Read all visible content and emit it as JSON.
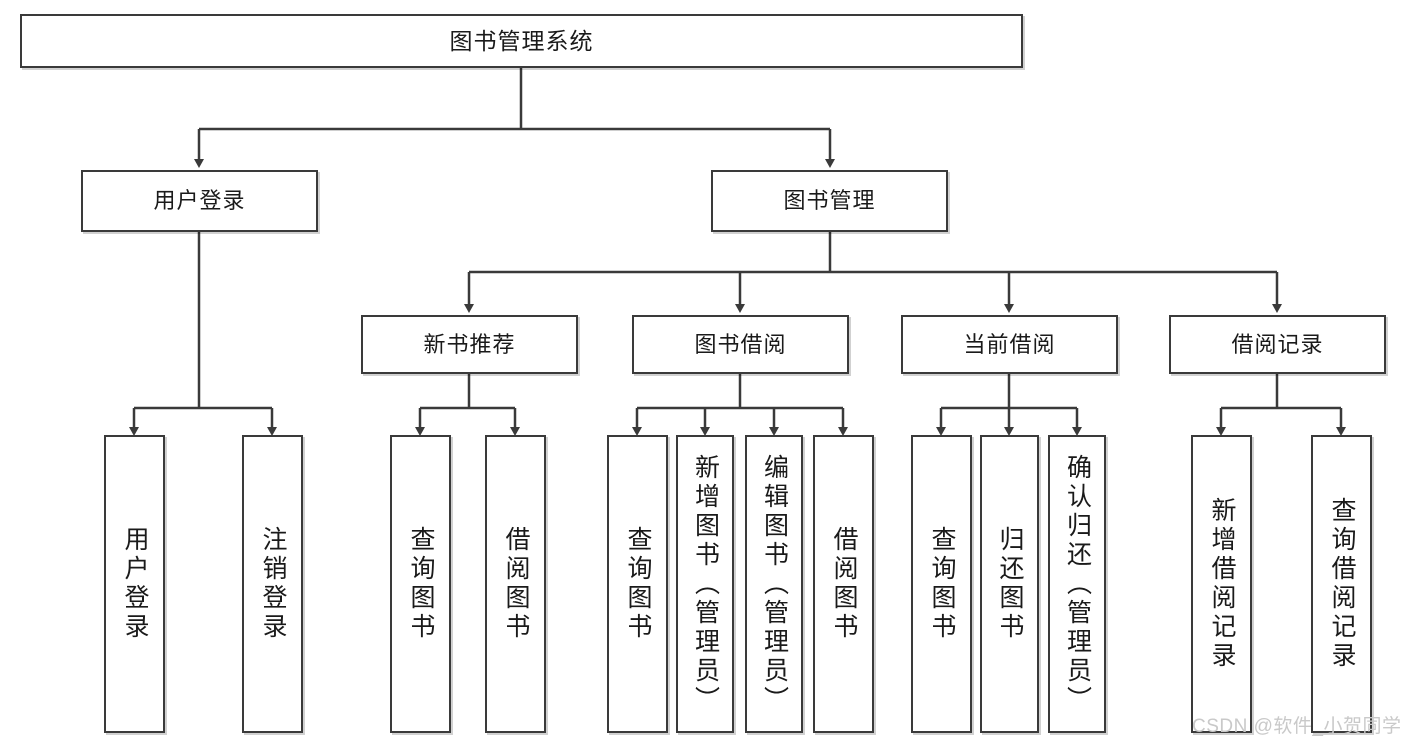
{
  "diagram": {
    "title": "图书管理系统",
    "type": "tree-hierarchy-diagram",
    "root": {
      "id": "root",
      "label": "图书管理系统"
    },
    "level1": [
      {
        "id": "user-login",
        "label": "用户登录"
      },
      {
        "id": "book-management",
        "label": "图书管理"
      }
    ],
    "level2": [
      {
        "id": "new-book-recommend",
        "label": "新书推荐",
        "parent": "book-management"
      },
      {
        "id": "book-borrow",
        "label": "图书借阅",
        "parent": "book-management"
      },
      {
        "id": "current-borrow",
        "label": "当前借阅",
        "parent": "book-management"
      },
      {
        "id": "borrow-record",
        "label": "借阅记录",
        "parent": "book-management"
      }
    ],
    "leaves": [
      {
        "id": "leaf-user-login",
        "label": "用户登录",
        "parent": "user-login"
      },
      {
        "id": "leaf-logout-login",
        "label": "注销登录",
        "parent": "user-login"
      },
      {
        "id": "leaf-query-book-1",
        "label": "查询图书",
        "parent": "new-book-recommend"
      },
      {
        "id": "leaf-borrow-book-1",
        "label": "借阅图书",
        "parent": "new-book-recommend"
      },
      {
        "id": "leaf-query-book-2",
        "label": "查询图书",
        "parent": "book-borrow"
      },
      {
        "id": "leaf-add-book-admin",
        "label": "新增图书（管理员）",
        "parent": "book-borrow"
      },
      {
        "id": "leaf-edit-book-admin",
        "label": "编辑图书（管理员）",
        "parent": "book-borrow"
      },
      {
        "id": "leaf-borrow-book-2",
        "label": "借阅图书",
        "parent": "book-borrow"
      },
      {
        "id": "leaf-query-book-3",
        "label": "查询图书",
        "parent": "current-borrow"
      },
      {
        "id": "leaf-return-book",
        "label": "归还图书",
        "parent": "current-borrow"
      },
      {
        "id": "leaf-confirm-return-admin",
        "label": "确认归还（管理员）",
        "parent": "current-borrow"
      },
      {
        "id": "leaf-add-borrow-record",
        "label": "新增借阅记录",
        "parent": "borrow-record"
      },
      {
        "id": "leaf-query-borrow-record",
        "label": "查询借阅记录",
        "parent": "borrow-record"
      }
    ],
    "watermark": "CSDN @软件_小贺同学",
    "colors": {
      "stroke": "#3a3a3a",
      "background": "#ffffff",
      "text": "#1a1a1a",
      "watermark": "#c9c9c9"
    }
  }
}
